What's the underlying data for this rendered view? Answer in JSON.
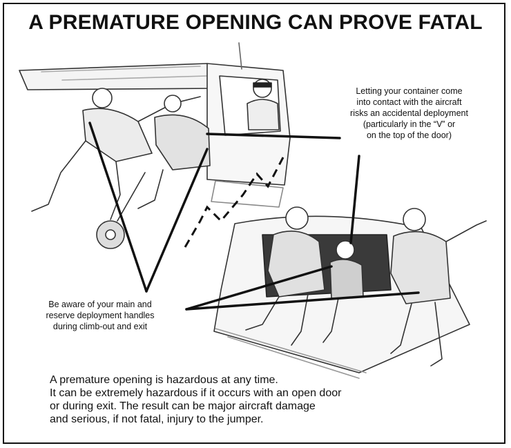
{
  "title": "A PREMATURE OPENING CAN PROVE FATAL",
  "callouts": {
    "container": [
      "Letting your container come",
      "into contact with the aircraft",
      "risks an accidental  deployment",
      "(particularly in the “V” or",
      "on the top of the door)"
    ],
    "handles": [
      "Be aware of your main and",
      "reserve deployment handles",
      "during climb-out and exit"
    ]
  },
  "body": [
    "A premature opening is hazardous at any time.",
    "It can be extremely hazardous if it occurs with an open door",
    "or during exit. The result can be major aircraft damage",
    "and serious, if not fatal, injury to the jumper."
  ]
}
